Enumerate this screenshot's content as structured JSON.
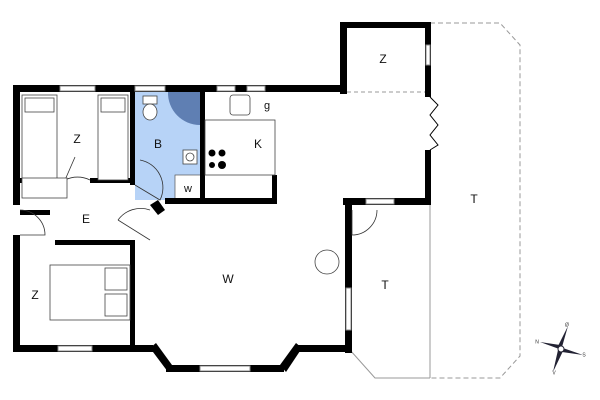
{
  "floor_plan": {
    "rooms": {
      "bedroom_top": "Z",
      "bathroom": "B",
      "kitchen": "K",
      "storage": "g",
      "toilet": "w",
      "entrance": "E",
      "bedroom_bottom": "Z",
      "living": "W",
      "annex": "Z",
      "terrace_large": "T",
      "terrace_small": "T"
    },
    "compass": {
      "north": "N",
      "east": "Ø",
      "south": "S",
      "west": "V"
    },
    "colors": {
      "wall": "#000000",
      "bathroom": "#b7d3f7",
      "shower": "#5f7fb3",
      "window": "#9a9a9a",
      "terrace_outline": "#999999"
    }
  }
}
